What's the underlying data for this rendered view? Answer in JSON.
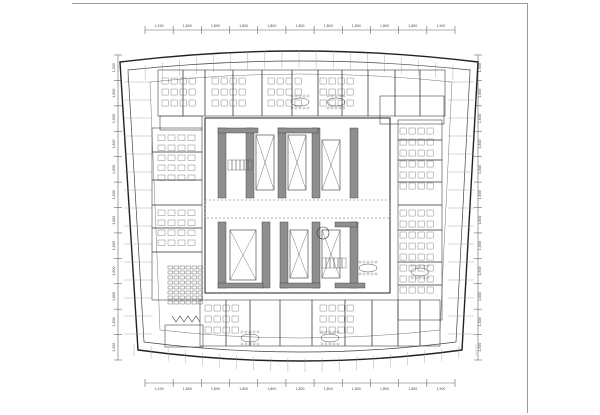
{
  "drawing": {
    "subject": "office floor plan",
    "line_color": "#333333",
    "wall_color": "#555555",
    "core_fill": "#8e8e8e",
    "background": "#ffffff",
    "sheet_border_color": "#9a9a9a"
  },
  "dimensions": {
    "top": [
      "1,500",
      "1,800",
      "1,800",
      "1,800",
      "1,800",
      "1,800",
      "1,800",
      "1,800",
      "1,800",
      "1,800",
      "1,500"
    ],
    "bottom": [
      "1,500",
      "1,800",
      "1,800",
      "1,800",
      "1,800",
      "1,800",
      "1,800",
      "1,800",
      "1,800",
      "1,800",
      "1,500"
    ],
    "left": [
      "1,500",
      "1,800",
      "1,800",
      "1,800",
      "1,800",
      "1,800",
      "1,800",
      "1,800",
      "1,800",
      "1,800",
      "1,800",
      "1,500"
    ],
    "right": [
      "1,500",
      "1,800",
      "1,800",
      "1,800",
      "1,800",
      "1,800",
      "1,800",
      "1,800",
      "1,800",
      "1,800",
      "1,800",
      "1,500"
    ]
  }
}
